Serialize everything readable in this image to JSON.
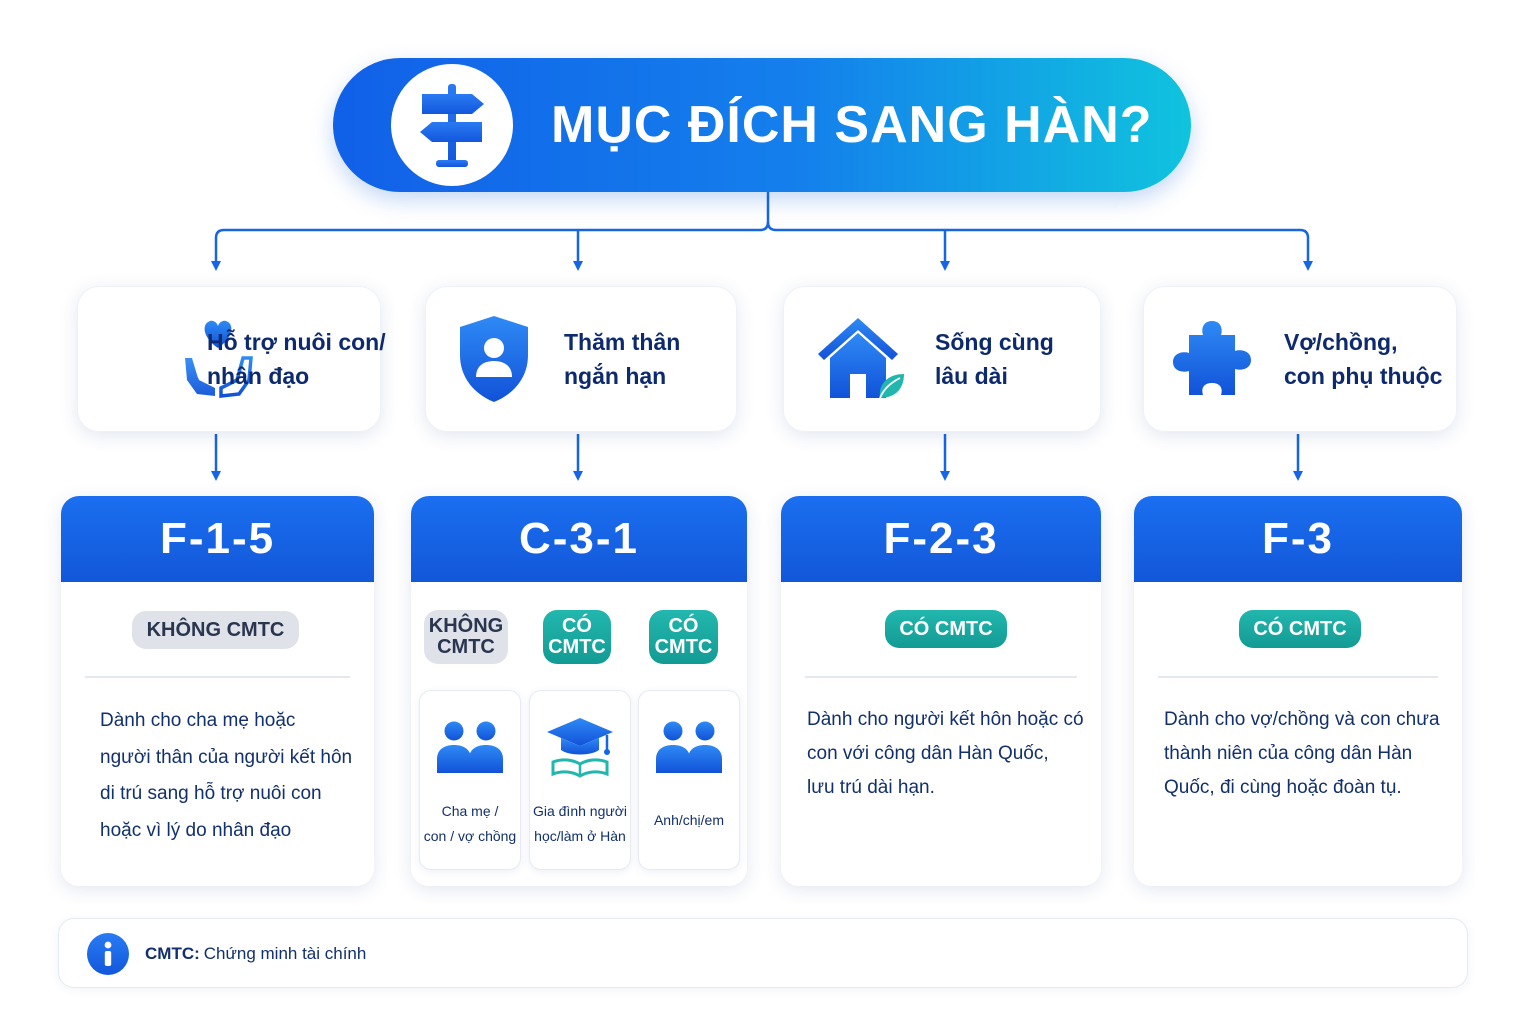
{
  "title": "MỤC ĐÍCH SANG HÀN?",
  "title_icon": "signpost-icon",
  "colors": {
    "primary_blue": "#1565e6",
    "accent_cyan": "#10c3de",
    "teal_badge": "#16a49c",
    "grey_badge": "#dfe3e9",
    "text_navy": "#0d2a6e"
  },
  "categories": [
    {
      "icon": "heart-hands-icon",
      "label_lines": [
        "Hỗ trợ nuôi con/",
        "nhân đạo"
      ]
    },
    {
      "icon": "shield-person-icon",
      "label_lines": [
        "Thăm thân",
        "ngắn hạn"
      ]
    },
    {
      "icon": "house-icon",
      "label_lines": [
        "Sống cùng",
        "lâu dài"
      ]
    },
    {
      "icon": "puzzle-icon",
      "label_lines": [
        "Vợ/chồng,",
        "con phụ thuộc"
      ]
    }
  ],
  "visas": [
    {
      "code": "F-1-5",
      "badge": "KHÔNG CMTC",
      "desc_lines": [
        "Dành cho cha mẹ hoặc",
        "người thân của người kết hôn",
        "di trú sang hỗ trợ nuôi con",
        "hoặc vì lý do nhân đạo"
      ]
    },
    {
      "code": "C-3-1",
      "sub_options": [
        {
          "badge_lines": [
            "KHÔNG",
            "CMTC"
          ],
          "icon": "people-icon",
          "label_lines": [
            "Cha mẹ /",
            "con / vợ chồng"
          ]
        },
        {
          "badge_lines": [
            "CÓ",
            "CMTC"
          ],
          "icon": "graduation-cap-icon",
          "label_lines": [
            "Gia đình người",
            "học/làm ở Hàn"
          ]
        },
        {
          "badge_lines": [
            "CÓ",
            "CMTC"
          ],
          "icon": "people-icon",
          "label_lines": [
            "Anh/chị/em"
          ]
        }
      ]
    },
    {
      "code": "F-2-3",
      "badge": "CÓ CMTC",
      "desc_lines": [
        "Dành cho người kết hôn hoặc có",
        "con với công dân Hàn Quốc,",
        "lưu trú dài hạn."
      ]
    },
    {
      "code": "F-3",
      "badge": "CÓ CMTC",
      "desc_lines": [
        "Dành cho vợ/chồng và con chưa",
        "thành niên của công dân Hàn",
        "Quốc, đi cùng hoặc đoàn tụ."
      ]
    }
  ],
  "note": {
    "icon": "info-icon",
    "term": "CMTC:",
    "definition": "Chứng minh tài chính"
  }
}
